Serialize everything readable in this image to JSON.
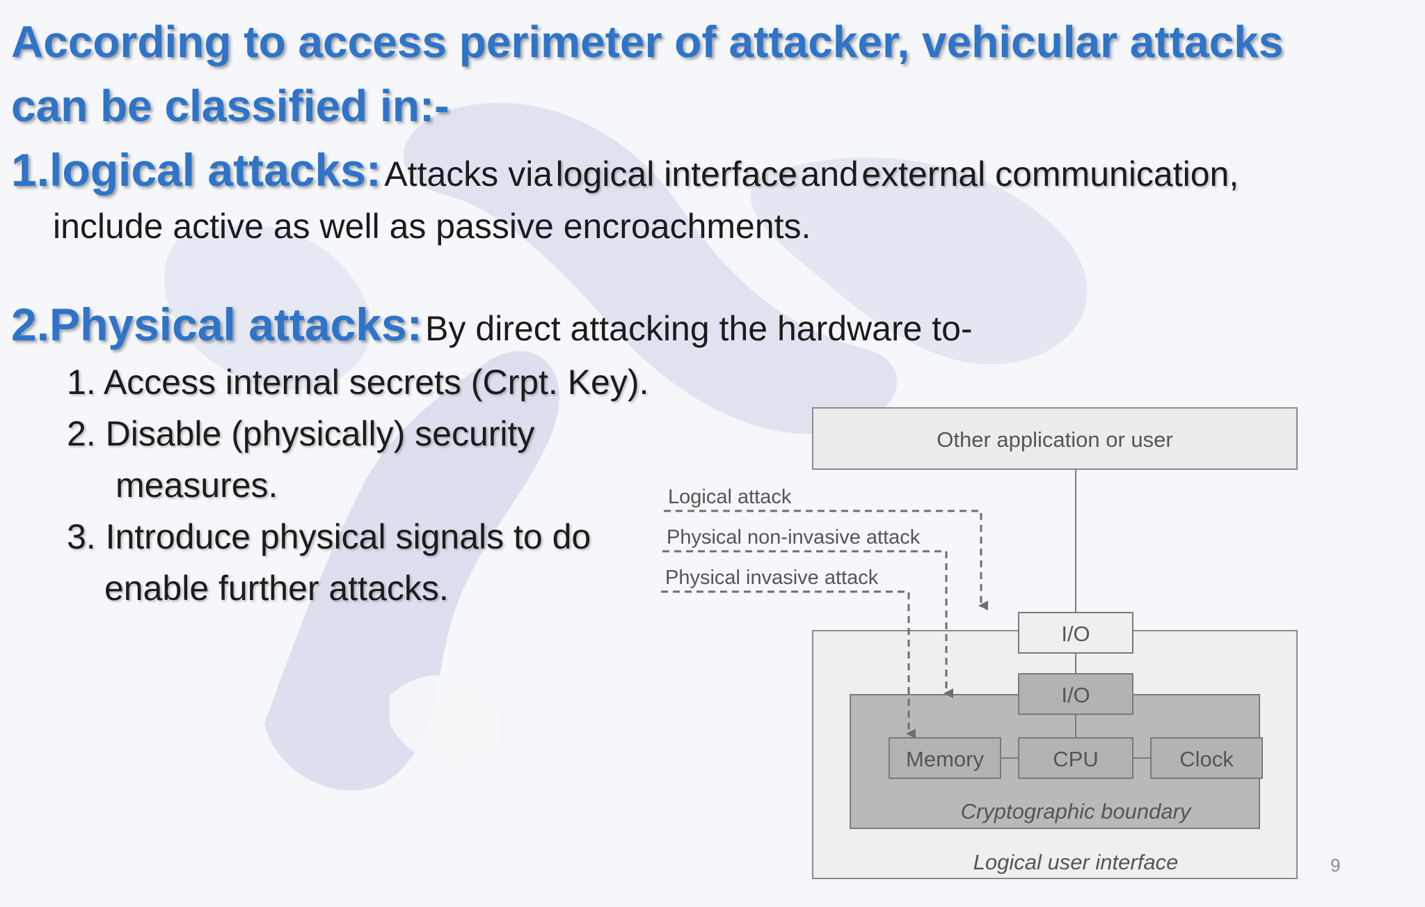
{
  "heading": {
    "line1": "According to access perimeter of attacker, vehicular attacks",
    "line2": "can be classified in:-"
  },
  "item1": {
    "title": "1.logical attacks:",
    "text_a": "Attacks via",
    "hl1": "logical interface",
    "text_b": "and",
    "hl2": "external communication,",
    "line2": "include active as well as passive encroachments."
  },
  "item2": {
    "title": "2.Physical attacks:",
    "text": "By direct attacking the hardware to-",
    "sub1": "1.  Access internal secrets (Crpt. Key).",
    "sub2_line1": "2. Disable (physically) security",
    "sub2_line2": "measures.",
    "sub3_line1": "3. Introduce physical signals to do",
    "sub3_line2": "enable further attacks."
  },
  "diagram": {
    "top_box": "Other application or user",
    "attack_logical": "Logical attack",
    "attack_noninvasive": "Physical non-invasive attack",
    "attack_invasive": "Physical invasive attack",
    "io_outer": "I/O",
    "io_inner": "I/O",
    "memory": "Memory",
    "cpu": "CPU",
    "clock": "Clock",
    "crypto_boundary": "Cryptographic boundary",
    "logical_interface": "Logical user interface"
  },
  "page_number": "9",
  "colors": {
    "title_blue": "#2e74c8",
    "body_text": "#1b1b1b",
    "diagram_fill_light": "#ededed",
    "diagram_fill_dark": "#b9b9b9",
    "diagram_line": "#6e6e6e"
  }
}
